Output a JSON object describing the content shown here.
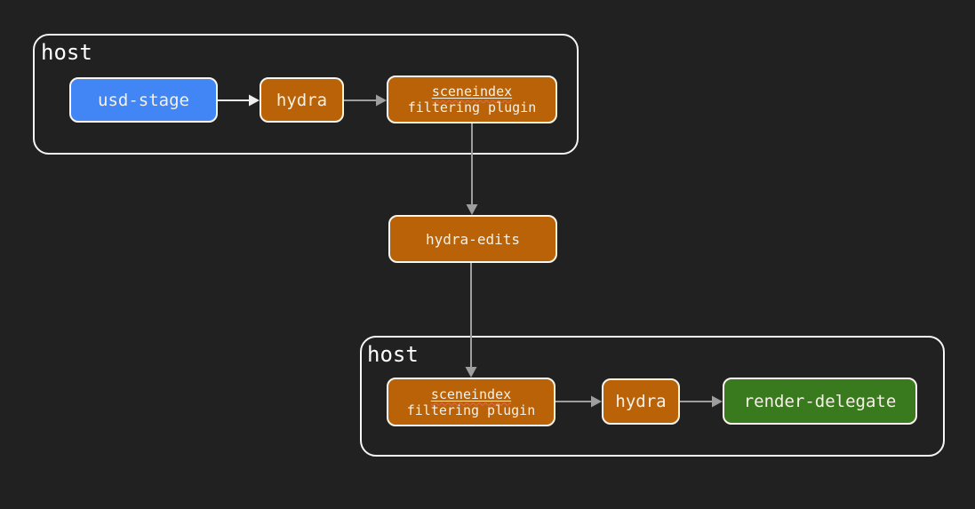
{
  "canvas": {
    "background": "#212121"
  },
  "colors": {
    "container_border": "#f5f5f5",
    "node_border": "#faf6ee",
    "node_text": "#f6f1e6",
    "host_text": "#ffffff",
    "arrow_gray": "#9e9e9e",
    "arrow_white": "#efefef",
    "orange": "#b96208",
    "blue": "#4285f4",
    "green": "#3a7a1e",
    "squiggle_red": "#e8655c"
  },
  "containers": {
    "top": {
      "label": "host"
    },
    "bottom": {
      "label": "host"
    }
  },
  "nodes": {
    "usd_stage": {
      "label": "usd-stage",
      "color": "#4285f4"
    },
    "hydra_top": {
      "label": "hydra",
      "color": "#b96208"
    },
    "sceneindex_top": {
      "line1": "sceneindex",
      "line2": "filtering plugin",
      "color": "#b96208"
    },
    "hydra_edits": {
      "label": "hydra-edits",
      "color": "#b96208"
    },
    "sceneindex_bottom": {
      "line1": "sceneindex",
      "line2": "filtering plugin",
      "color": "#b96208"
    },
    "hydra_bottom": {
      "label": "hydra",
      "color": "#b96208"
    },
    "render_delegate": {
      "label": "render-delegate",
      "color": "#3a7a1e"
    }
  }
}
